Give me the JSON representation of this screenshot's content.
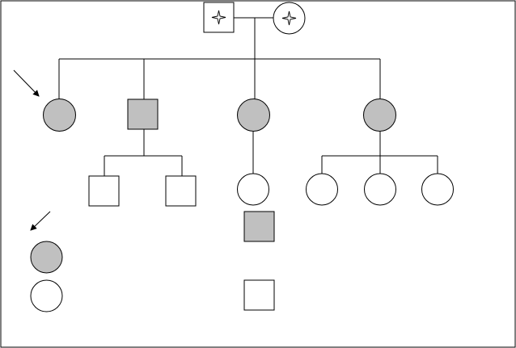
{
  "pedigree": {
    "colors": {
      "affected_fill": "#c0c0c0",
      "unaffected_fill": "#ffffff",
      "line": "#000000"
    },
    "generation_1": [
      {
        "id": "grandfather",
        "sex": "male",
        "status": "deceased"
      },
      {
        "id": "grandmother",
        "sex": "female",
        "status": "deceased"
      }
    ],
    "generation_2": [
      {
        "id": "proband-aunt",
        "sex": "female",
        "affected": true,
        "proband_arrow": true
      },
      {
        "id": "uncle",
        "sex": "male",
        "affected": true
      },
      {
        "id": "mother",
        "sex": "female",
        "affected": true
      },
      {
        "id": "aunt",
        "sex": "female",
        "affected": true
      }
    ],
    "generation_3": [
      {
        "id": "uncle-son-1",
        "sex": "male",
        "affected": false
      },
      {
        "id": "uncle-son-2",
        "sex": "male",
        "affected": false
      },
      {
        "id": "mother-daughter",
        "sex": "female",
        "affected": false
      },
      {
        "id": "aunt-daughter-1",
        "sex": "female",
        "affected": false
      },
      {
        "id": "aunt-daughter-2",
        "sex": "female",
        "affected": false
      },
      {
        "id": "aunt-daughter-3",
        "sex": "female",
        "affected": false
      }
    ],
    "key": [
      {
        "id": "affected-female",
        "sex": "female",
        "affected": true,
        "arrow": true
      },
      {
        "id": "affected-male",
        "sex": "male",
        "affected": true
      },
      {
        "id": "unaffected-female",
        "sex": "female",
        "affected": false
      },
      {
        "id": "unaffected-male",
        "sex": "male",
        "affected": false
      }
    ]
  }
}
